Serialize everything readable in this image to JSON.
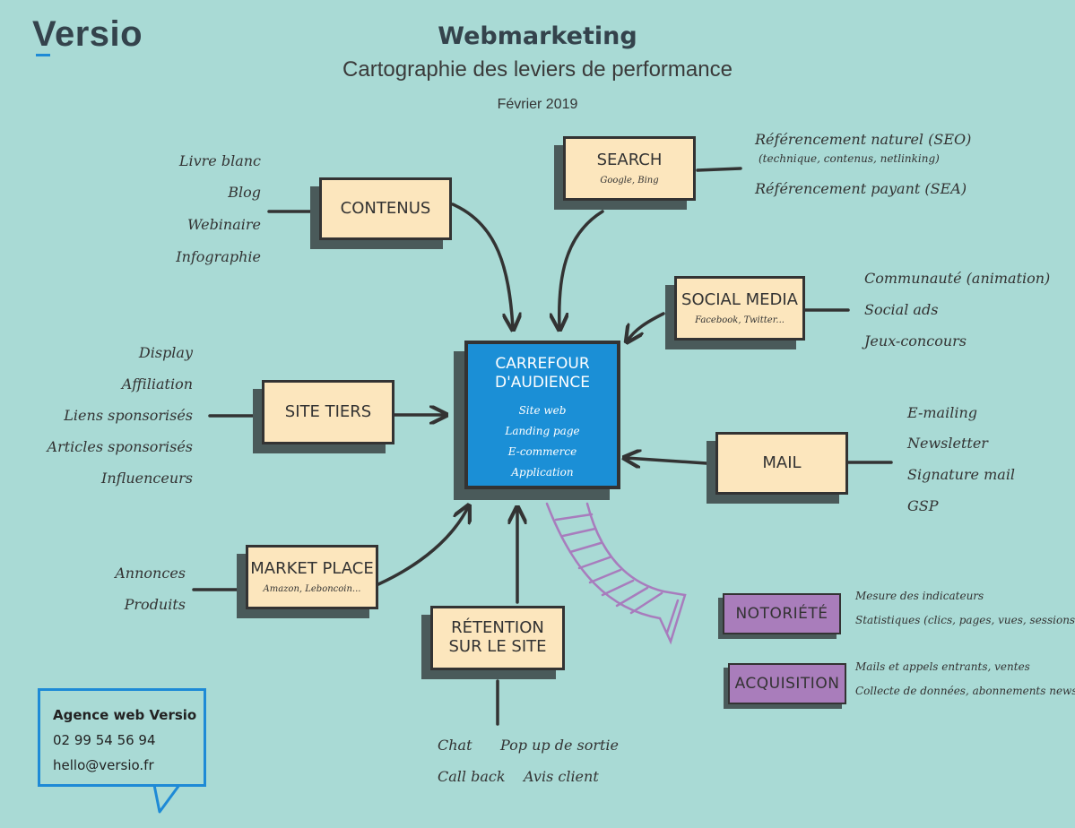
{
  "header": {
    "logo": "Versio",
    "title": "Webmarketing",
    "subtitle": "Cartographie des leviers de performance",
    "date": "Février 2019"
  },
  "hub": {
    "title_line1": "CARREFOUR",
    "title_line2": "D'AUDIENCE",
    "items": [
      "Site web",
      "Landing page",
      "E-commerce",
      "Application"
    ]
  },
  "levers": {
    "contenus": {
      "label": "CONTENUS",
      "items": [
        "Livre blanc",
        "Blog",
        "Webinaire",
        "Infographie"
      ]
    },
    "search": {
      "label": "SEARCH",
      "sub": "Google, Bing",
      "items": [
        "Référencement naturel (SEO)",
        "(technique, contenus, netlinking)",
        "Référencement payant (SEA)"
      ]
    },
    "social": {
      "label": "SOCIAL MEDIA",
      "sub": "Facebook, Twitter...",
      "items": [
        "Communauté (animation)",
        "Social ads",
        "Jeux-concours"
      ]
    },
    "site_tiers": {
      "label": "SITE TIERS",
      "items": [
        "Display",
        "Affiliation",
        "Liens sponsorisés",
        "Articles sponsorisés",
        "Influenceurs"
      ]
    },
    "mail": {
      "label": "MAIL",
      "items": [
        "E-mailing",
        "Newsletter",
        "Signature mail",
        "GSP"
      ]
    },
    "market": {
      "label": "MARKET PLACE",
      "sub": "Amazon, Leboncoin...",
      "items": [
        "Annonces",
        "Produits"
      ]
    },
    "retention": {
      "label_line1": "RÉTENTION",
      "label_line2": "SUR LE SITE",
      "items": [
        "Chat",
        "Pop up de sortie",
        "Call back",
        "Avis client"
      ]
    }
  },
  "outcomes": {
    "notoriete": {
      "label": "NOTORIÉTÉ",
      "items": [
        "Mesure des indicateurs",
        "Statistiques (clics, pages, vues, sessions...)"
      ]
    },
    "acquisition": {
      "label": "ACQUISITION",
      "items": [
        "Mails et appels entrants, ventes",
        "Collecte de données, abonnements newsletters"
      ]
    }
  },
  "contact": {
    "name": "Agence web Versio",
    "phone": "02 99 54 56 94",
    "email": "hello@versio.fr"
  },
  "colors": {
    "background": "#a9dad5",
    "box": "#fce6bd",
    "hub": "#1b8fd6",
    "outcome": "#a97dbb",
    "callout_border": "#1e8ad6"
  }
}
